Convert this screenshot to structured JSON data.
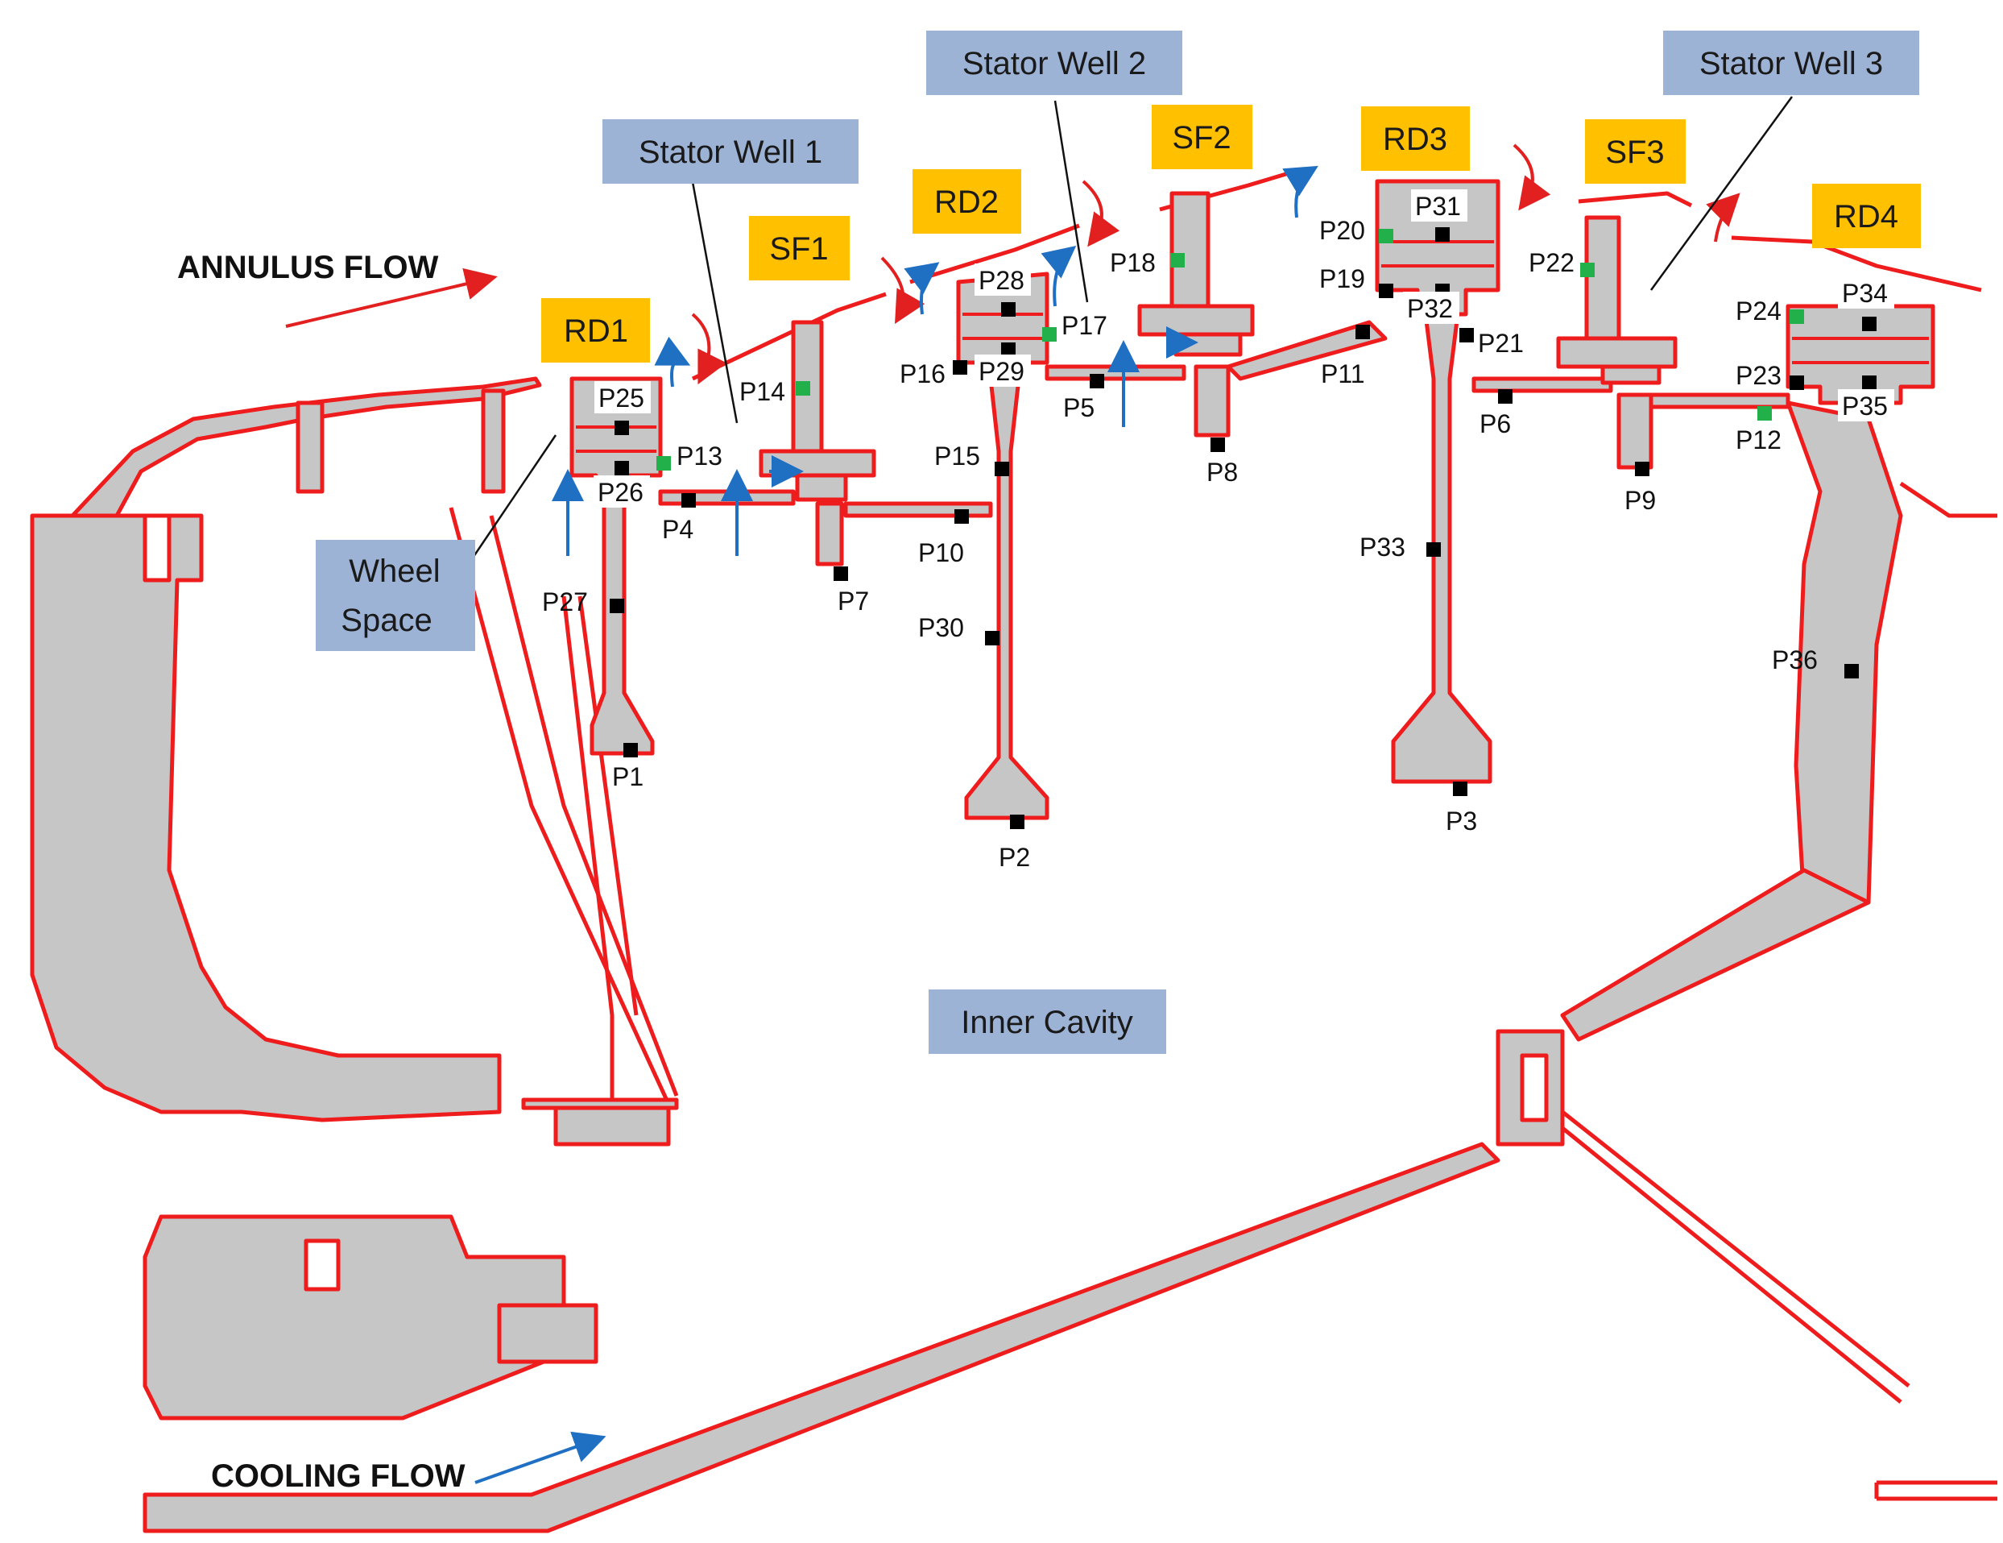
{
  "colors": {
    "outline": "#ee1c1c",
    "metal": "#c6c6c6",
    "orange_box": "#ffc000",
    "blue_box": "#9db3d6",
    "blue_arrow": "#1f6fc2",
    "red_arrow": "#e32020",
    "probe_black": "#000000",
    "probe_green": "#22b04b"
  },
  "flow_labels": {
    "annulus": "ANNULUS FLOW",
    "cooling": "COOLING FLOW"
  },
  "region_labels": {
    "stator_well_1": "Stator Well 1",
    "stator_well_2": "Stator Well 2",
    "stator_well_3": "Stator Well 3",
    "wheel_space_line1": "Wheel",
    "wheel_space_line2": "Space",
    "inner_cavity": "Inner Cavity"
  },
  "component_labels": {
    "rd1": "RD1",
    "rd2": "RD2",
    "rd3": "RD3",
    "rd4": "RD4",
    "sf1": "SF1",
    "sf2": "SF2",
    "sf3": "SF3"
  },
  "probes": [
    {
      "id": "p1",
      "label": "P1",
      "type": "black"
    },
    {
      "id": "p2",
      "label": "P2",
      "type": "black"
    },
    {
      "id": "p3",
      "label": "P3",
      "type": "black"
    },
    {
      "id": "p4",
      "label": "P4",
      "type": "black"
    },
    {
      "id": "p5",
      "label": "P5",
      "type": "black"
    },
    {
      "id": "p6",
      "label": "P6",
      "type": "black"
    },
    {
      "id": "p7",
      "label": "P7",
      "type": "black"
    },
    {
      "id": "p8",
      "label": "P8",
      "type": "black"
    },
    {
      "id": "p9",
      "label": "P9",
      "type": "black"
    },
    {
      "id": "p10",
      "label": "P10",
      "type": "black"
    },
    {
      "id": "p11",
      "label": "P11",
      "type": "black"
    },
    {
      "id": "p12",
      "label": "P12",
      "type": "green"
    },
    {
      "id": "p13",
      "label": "P13",
      "type": "green"
    },
    {
      "id": "p14",
      "label": "P14",
      "type": "green"
    },
    {
      "id": "p15",
      "label": "P15",
      "type": "black"
    },
    {
      "id": "p16",
      "label": "P16",
      "type": "black"
    },
    {
      "id": "p17",
      "label": "P17",
      "type": "green"
    },
    {
      "id": "p18",
      "label": "P18",
      "type": "green"
    },
    {
      "id": "p19",
      "label": "P19",
      "type": "black"
    },
    {
      "id": "p20",
      "label": "P20",
      "type": "green"
    },
    {
      "id": "p21",
      "label": "P21",
      "type": "black"
    },
    {
      "id": "p22",
      "label": "P22",
      "type": "green"
    },
    {
      "id": "p23",
      "label": "P23",
      "type": "black"
    },
    {
      "id": "p24",
      "label": "P24",
      "type": "green"
    },
    {
      "id": "p25",
      "label": "P25",
      "type": "black"
    },
    {
      "id": "p26",
      "label": "P26",
      "type": "black"
    },
    {
      "id": "p27",
      "label": "P27",
      "type": "black"
    },
    {
      "id": "p28",
      "label": "P28",
      "type": "black"
    },
    {
      "id": "p29",
      "label": "P29",
      "type": "black"
    },
    {
      "id": "p30",
      "label": "P30",
      "type": "black"
    },
    {
      "id": "p31",
      "label": "P31",
      "type": "black"
    },
    {
      "id": "p32",
      "label": "P32",
      "type": "black"
    },
    {
      "id": "p33",
      "label": "P33",
      "type": "black"
    },
    {
      "id": "p34",
      "label": "P34",
      "type": "black"
    },
    {
      "id": "p35",
      "label": "P35",
      "type": "black"
    },
    {
      "id": "p36",
      "label": "P36",
      "type": "black"
    }
  ]
}
